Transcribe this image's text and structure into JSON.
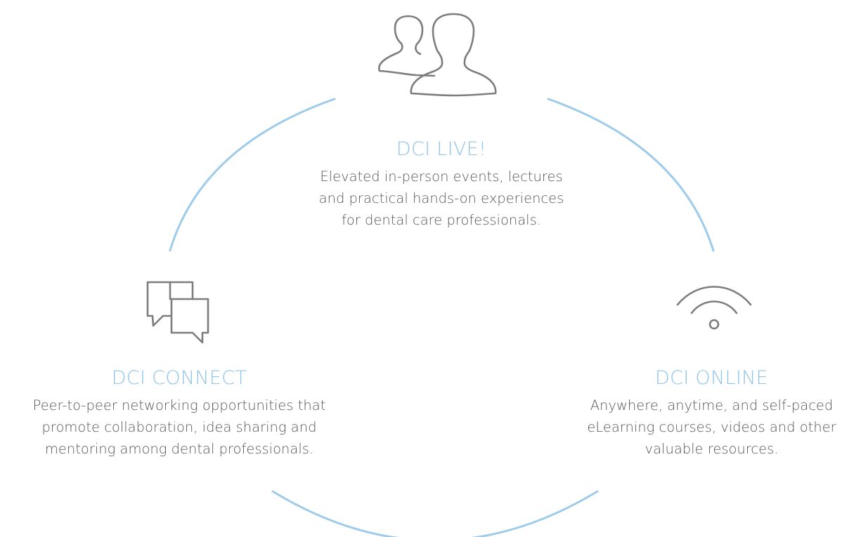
{
  "colors": {
    "accent": "#8fc4e8",
    "arc": "#9ecbea",
    "icon": "#7d7d7d",
    "text": "#555555"
  },
  "live": {
    "icon": "users-icon",
    "title": "DCI LIVE!",
    "lines": [
      "Elevated in-person events, lectures",
      "and practical hands-on experiences",
      "for dental care professionals."
    ]
  },
  "connect": {
    "icon": "chat-bubbles-icon",
    "title": "DCI CONNECT",
    "lines": [
      "Peer-to-peer networking opportunities that",
      "promote collaboration, idea sharing and",
      "mentoring among dental professionals."
    ]
  },
  "online": {
    "icon": "wifi-icon",
    "title": "DCI ONLINE",
    "lines": [
      "Anywhere, anytime, and self-paced",
      "eLearning courses, videos and other",
      "valuable resources."
    ]
  }
}
